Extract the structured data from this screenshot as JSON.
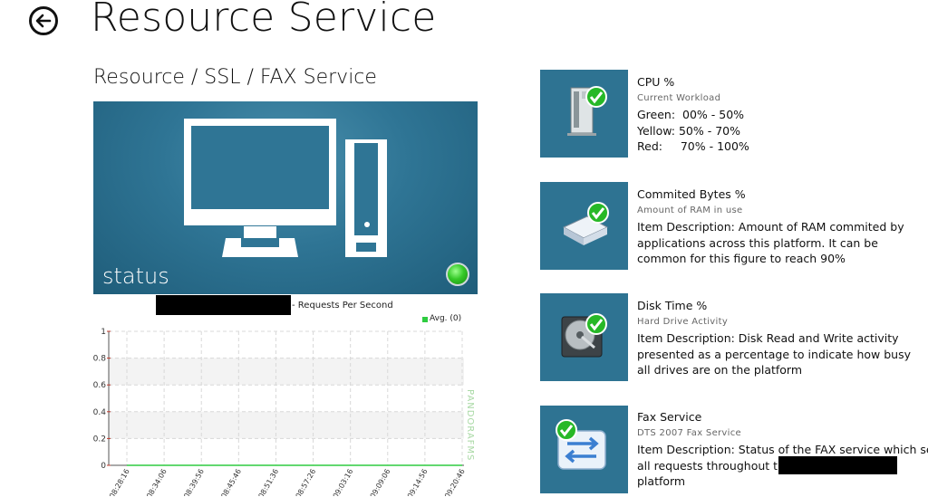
{
  "header": {
    "title": "Resource Service"
  },
  "section": {
    "title": "Resource / SSL / FAX Service"
  },
  "status_tile": {
    "label": "status",
    "status_color": "#2ecc40"
  },
  "graph": {
    "caption": "- Requests Per Second",
    "legend": "Avg. (0)",
    "watermark": "PANDORAFMS",
    "chart_data": {
      "type": "area",
      "x": [
        "08:28:16",
        "08:34:06",
        "08:39:56",
        "08:45:46",
        "08:51:36",
        "08:57:26",
        "09:03:16",
        "09:09:06",
        "09:14:56",
        "09:20:46"
      ],
      "y_ticks": [
        "0",
        "0.2",
        "0.4",
        "0.6",
        "0.8",
        "1"
      ],
      "ylim": [
        0,
        1
      ],
      "series": [
        {
          "name": "Avg.",
          "values": [
            0,
            0,
            0,
            0,
            0,
            0,
            0,
            0,
            0,
            0
          ]
        }
      ],
      "grid": true,
      "legend_placement": "top-right"
    }
  },
  "items": [
    {
      "title": "CPU %",
      "subtitle": "Current Workload",
      "icon": "server-icon",
      "ranges": [
        "Green:  00% - 50%",
        "Yellow: 50% - 70%",
        "Red:     70% - 100%"
      ]
    },
    {
      "title": "Commited Bytes %",
      "subtitle": "Amount of RAM in use",
      "icon": "memory-icon",
      "description": "Item Description: Amount of RAM commited by applications across this platform. It can be common for this figure to reach 90%"
    },
    {
      "title": "Disk Time %",
      "subtitle": "Hard Drive Activity",
      "icon": "hard-drive-icon",
      "description": "Item Description: Disk Read and Write activity presented as a percentage to indicate how busy all drives are on the platform"
    },
    {
      "title": "Fax Service",
      "subtitle": "DTS 2007 Fax Service",
      "icon": "transfer-icon",
      "description_line1": "Item Description: Status of the FAX service which serves",
      "description_line2": "all requests throughout the",
      "description_line3": "platform"
    }
  ]
}
